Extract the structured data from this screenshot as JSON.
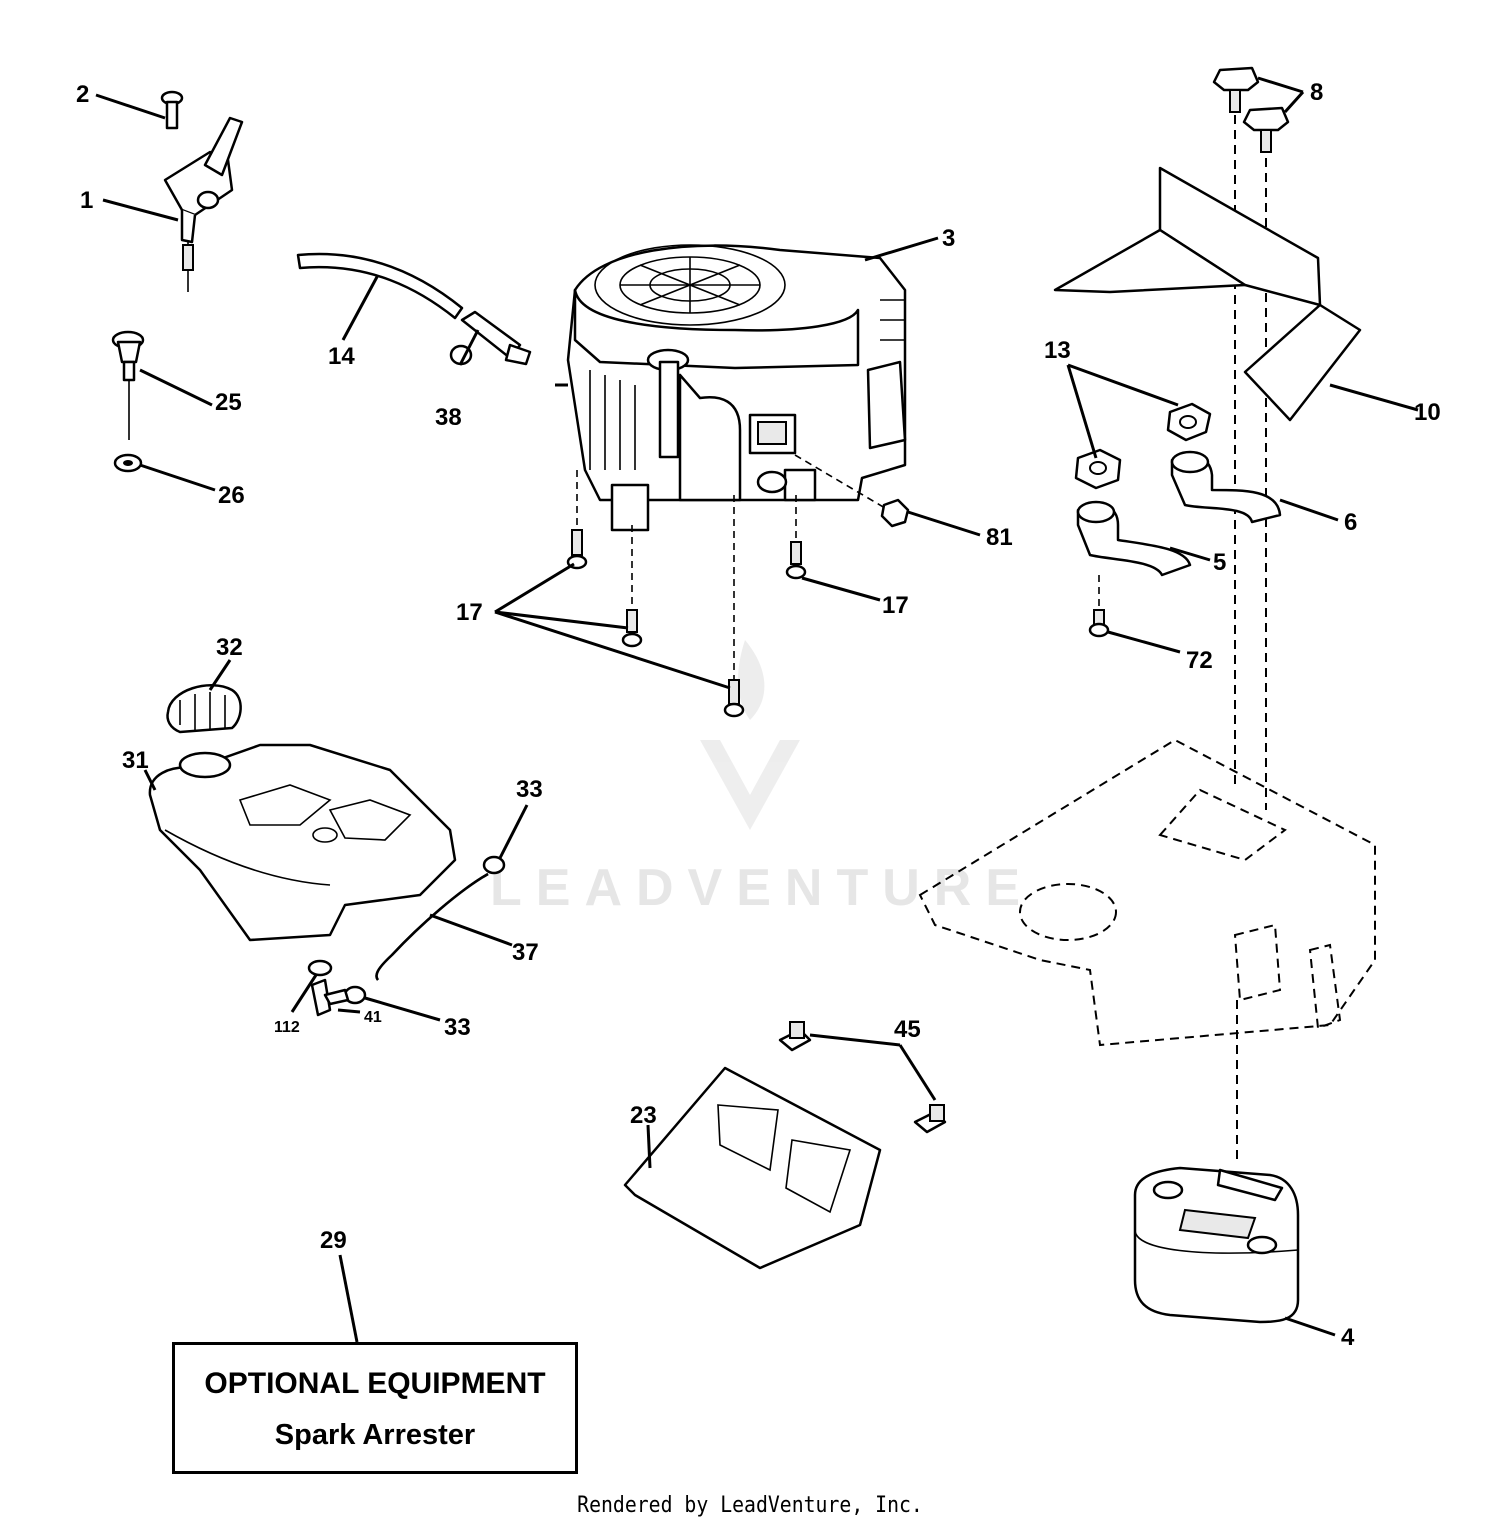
{
  "callouts": {
    "c1": "1",
    "c2": "2",
    "c3": "3",
    "c4": "4",
    "c5": "5",
    "c6": "6",
    "c8": "8",
    "c10": "10",
    "c13": "13",
    "c14": "14",
    "c17a": "17",
    "c17b": "17",
    "c23": "23",
    "c25": "25",
    "c26": "26",
    "c29": "29",
    "c31": "31",
    "c32": "32",
    "c33a": "33",
    "c33b": "33",
    "c37": "37",
    "c38": "38",
    "c41": "41",
    "c45": "45",
    "c72": "72",
    "c81": "81",
    "c112": "112"
  },
  "optional_box": {
    "title": "OPTIONAL EQUIPMENT",
    "subtitle": "Spark Arrester"
  },
  "watermark": "LEADVENTURE",
  "footer": "Rendered by LeadVenture, Inc."
}
